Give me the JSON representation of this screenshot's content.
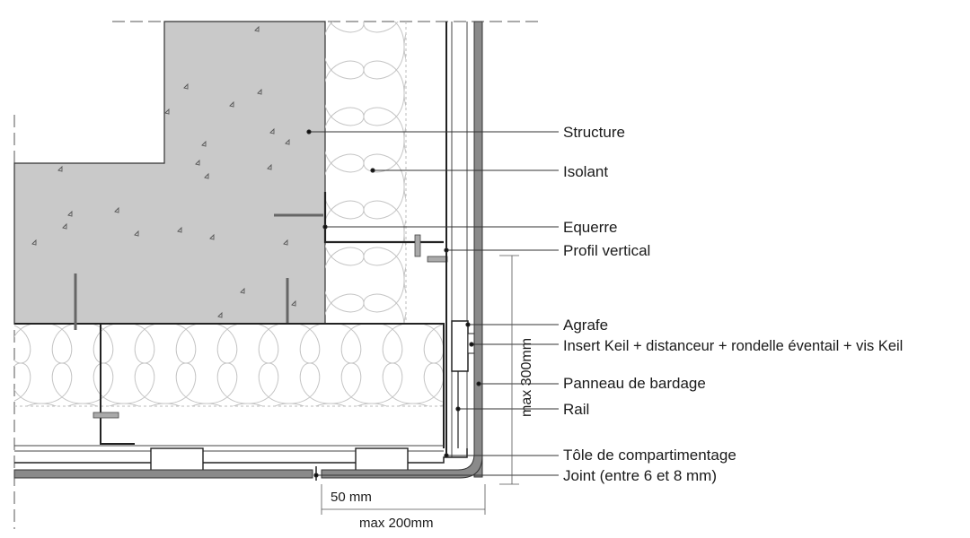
{
  "labels": {
    "structure": "Structure",
    "isolant": "Isolant",
    "equerre": "Equerre",
    "profil_vertical": "Profil vertical",
    "agrafe": "Agrafe",
    "insert_keil": "Insert Keil + distanceur + rondelle éventail + vis Keil",
    "panneau_bardage": "Panneau de bardage",
    "rail": "Rail",
    "tole": "Tôle de compartimentage",
    "joint": "Joint (entre 6 et 8 mm)"
  },
  "dimensions": {
    "max_300": "max 300mm",
    "mm_50": "50 mm",
    "max_200": "max 200mm"
  },
  "colors": {
    "concrete": "#c8c8c8",
    "line": "#222222",
    "insulation_line": "#bdbdbd",
    "panel": "#8a8a8a"
  }
}
